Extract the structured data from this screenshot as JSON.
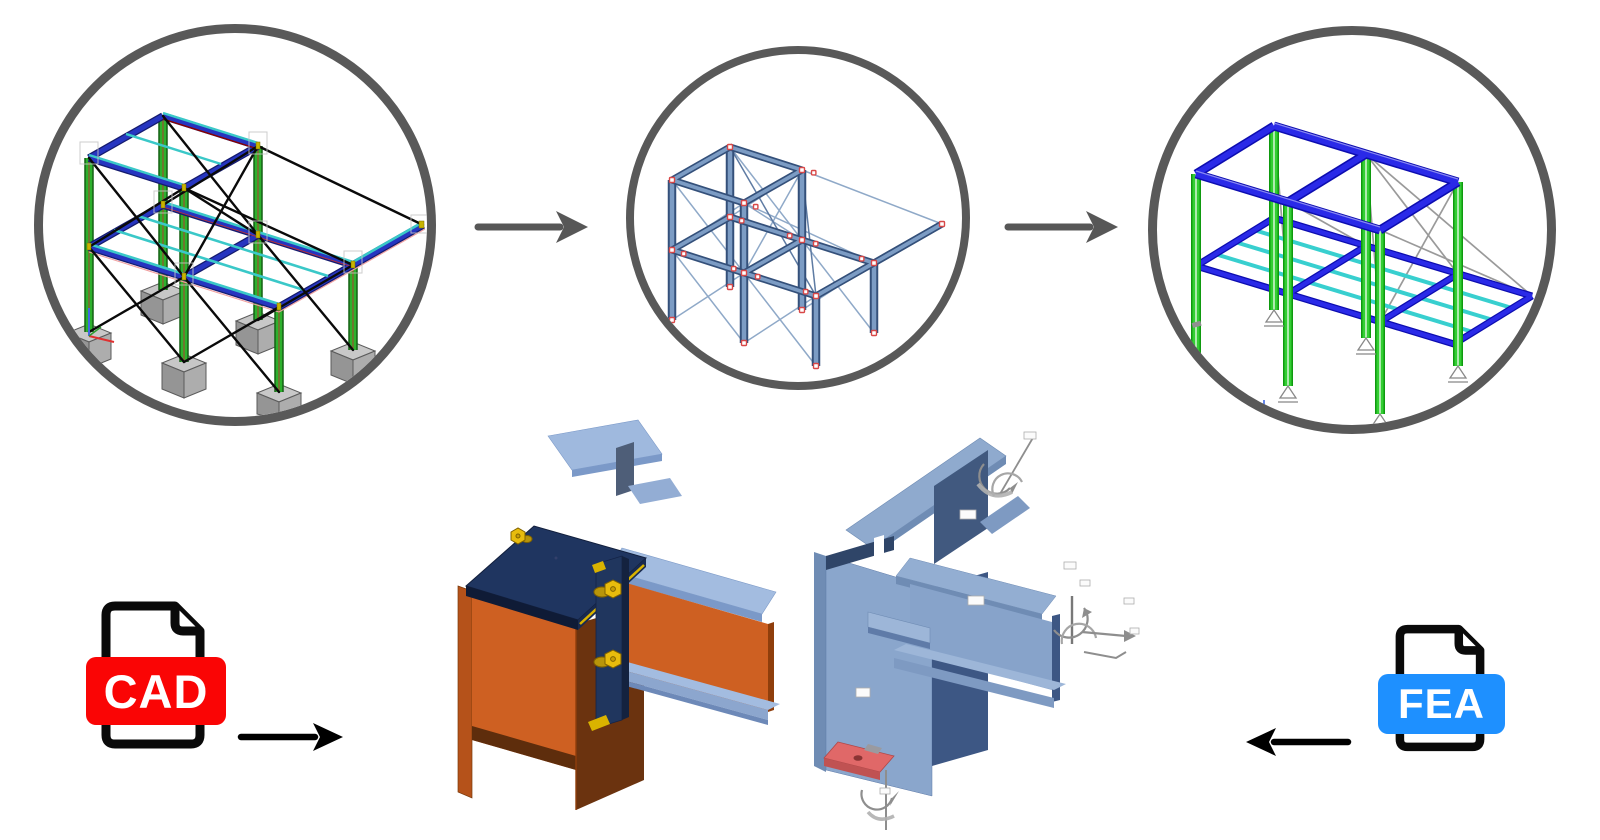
{
  "diagram": {
    "background": "#FFFFFF",
    "stage_circle_color": "#595959",
    "flow_arrow_color": "#575757",
    "io_arrow_color": "#000000",
    "stage_count": 3
  },
  "file_icons": {
    "cad": {
      "label": "CAD",
      "badge_color": "#FA0505",
      "text_color": "#FFFFFF",
      "outline_color": "#0A0A0A"
    },
    "fea": {
      "label": "FEA",
      "badge_color": "#1E90FF",
      "text_color": "#FFFFFF",
      "outline_color": "#0A0A0A"
    }
  },
  "stages": {
    "cad_frame_model": {
      "columns": "#2DB12D",
      "beams": "#2635C0",
      "beam_edges": "#3AC8C8",
      "braces": "#0A0A0A",
      "footings": "#A5A5A5",
      "centerlines": "#C03030",
      "deck_outline": "#F0A0A0"
    },
    "analytical_frame_model": {
      "members_dark": "#34507A",
      "members_light": "#7C9CC4",
      "node_markers": "#D84848",
      "diagonals": "#8FA9C8"
    },
    "fea_frame_model": {
      "columns": "#33CE33",
      "beams": "#2A2AE8",
      "joists": "#38CFCF",
      "diagonals": "#9A9A9A",
      "supports": "#888888"
    },
    "cad_connection_detail": {
      "column_steel": "#CE6022",
      "column_shade": "#6B330F",
      "plates": "#1F3560",
      "bolts": "#E8BC0D",
      "beam_flanges": "#A3BCE0",
      "back_beam_web": "#4E5E78"
    },
    "fea_connection_detail": {
      "shell_light": "#8AA6CC",
      "shell_dark": "#3D5784",
      "base_plate": "#E06868",
      "load_symbols": "#8E8E8E",
      "tag_fill": "#FBFBFB"
    }
  }
}
